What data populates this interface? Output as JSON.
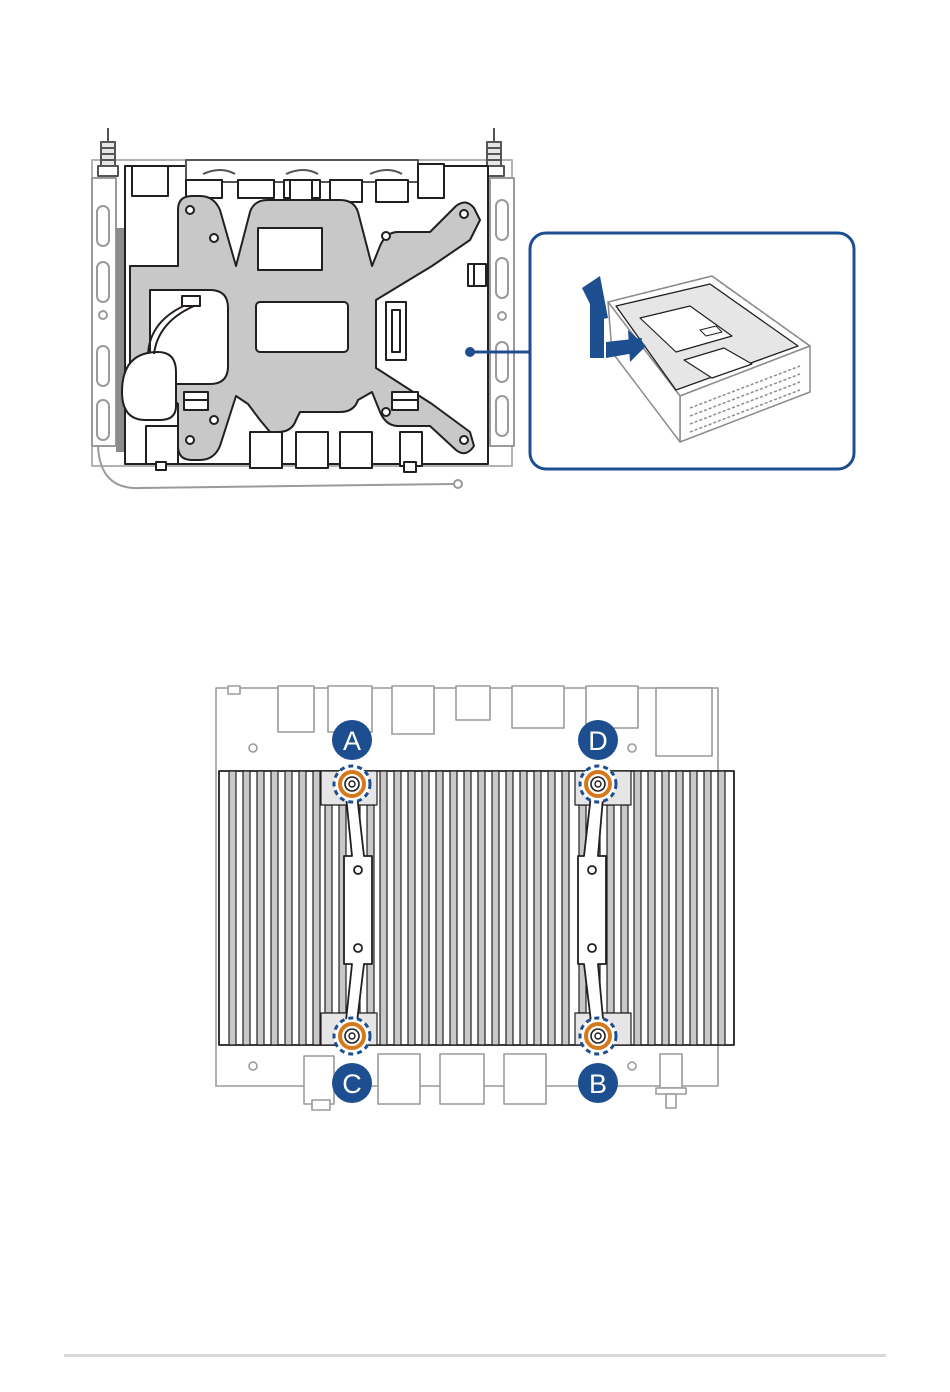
{
  "colors": {
    "line": "#231f20",
    "metal_fill": "#c8c8c8",
    "light_fill": "#e6e6e6",
    "callout_blue": "#1d4e8f",
    "screw_orange": "#d6791d",
    "white": "#ffffff"
  },
  "figure_top": {
    "callout_arrows": [
      "arrow-up-icon",
      "arrow-right-icon"
    ]
  },
  "figure_bottom": {
    "screw_labels": [
      {
        "letter": "A",
        "position": "top-left"
      },
      {
        "letter": "D",
        "position": "top-right"
      },
      {
        "letter": "C",
        "position": "bottom-left"
      },
      {
        "letter": "B",
        "position": "bottom-right"
      }
    ]
  }
}
